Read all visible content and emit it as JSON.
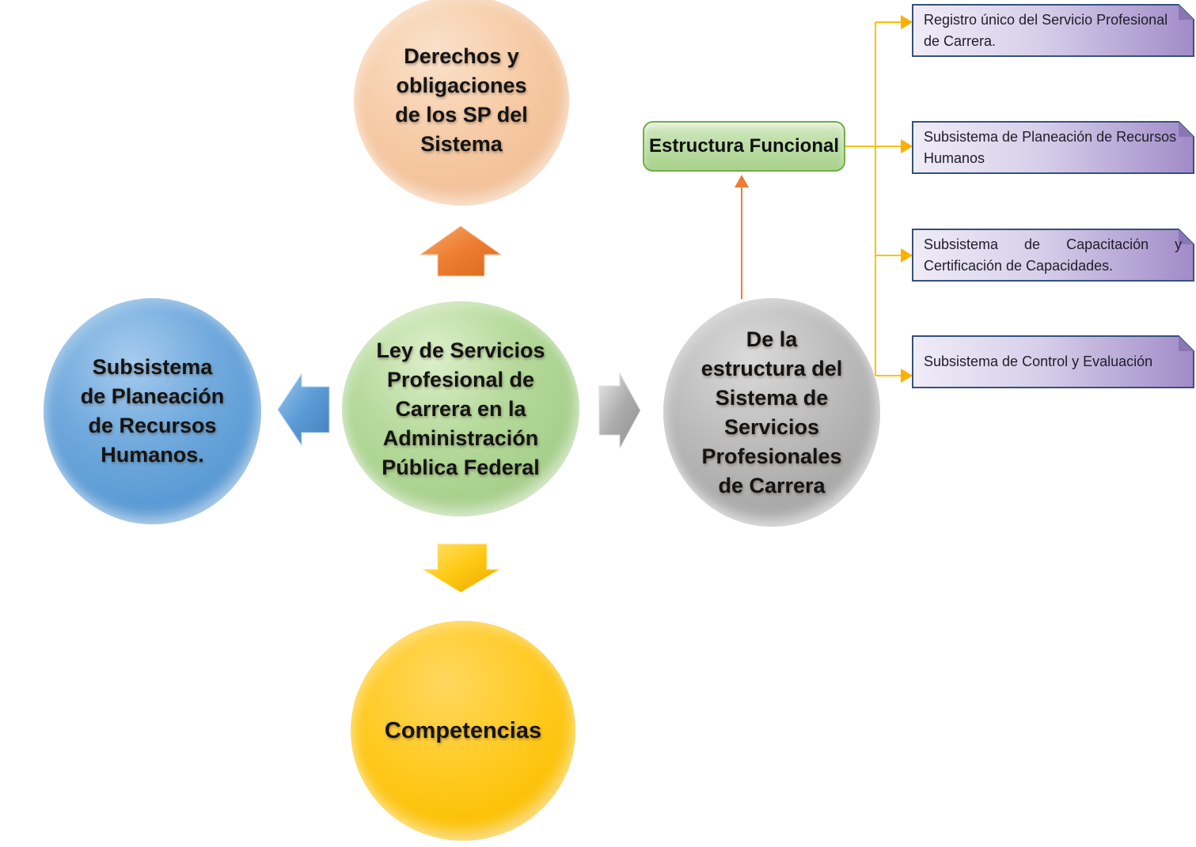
{
  "diagram": {
    "title_hint": "Ley de Servicio Profesional de Carrera concept map",
    "center_circle": {
      "label": "Ley de Servicios\nProfesional de\nCarrera en la\nAdministración\nPública Federal"
    },
    "top_circle": {
      "label": "Derechos y\nobligaciones\nde los SP del\nSistema"
    },
    "left_circle": {
      "label": "Subsistema\nde Planeación\nde Recursos\nHumanos."
    },
    "right_circle": {
      "label": "De la\nestructura del\nSistema de\nServicios\nProfesionales\nde Carrera"
    },
    "bottom_circle": {
      "label": "Competencias"
    },
    "functional_box": {
      "label": "Estructura Funcional"
    },
    "subsystems": [
      {
        "label": "Registro único del Servicio Profesional\nde Carrera."
      },
      {
        "label": "Subsistema de Planeación de Recursos\nHumanos"
      },
      {
        "label": "Subsistema de Capacitación y\nCertificación de Capacidades."
      },
      {
        "label": "Subsistema de Control y Evaluación"
      }
    ],
    "colors": {
      "top_circle": "#F6CBA6",
      "center_circle": "#A9D18E",
      "left_circle": "#5B9BD5",
      "right_circle": "#ABABAB",
      "bottom_circle": "#FFC913",
      "functional_box_fill": "#B9DCA1",
      "functional_box_border": "#70AD47",
      "subsystem_fill_light": "#EFECF7",
      "subsystem_fill_dark": "#A18BC8",
      "subsystem_border": "#34517E",
      "connector_gold": "#FFC000",
      "connector_orange": "#ED7D31",
      "block_arrow_up": "#ED7D31",
      "block_arrow_left": "#5B9BD5",
      "block_arrow_right": "#A6A6A6",
      "block_arrow_down": "#FFC000"
    }
  }
}
